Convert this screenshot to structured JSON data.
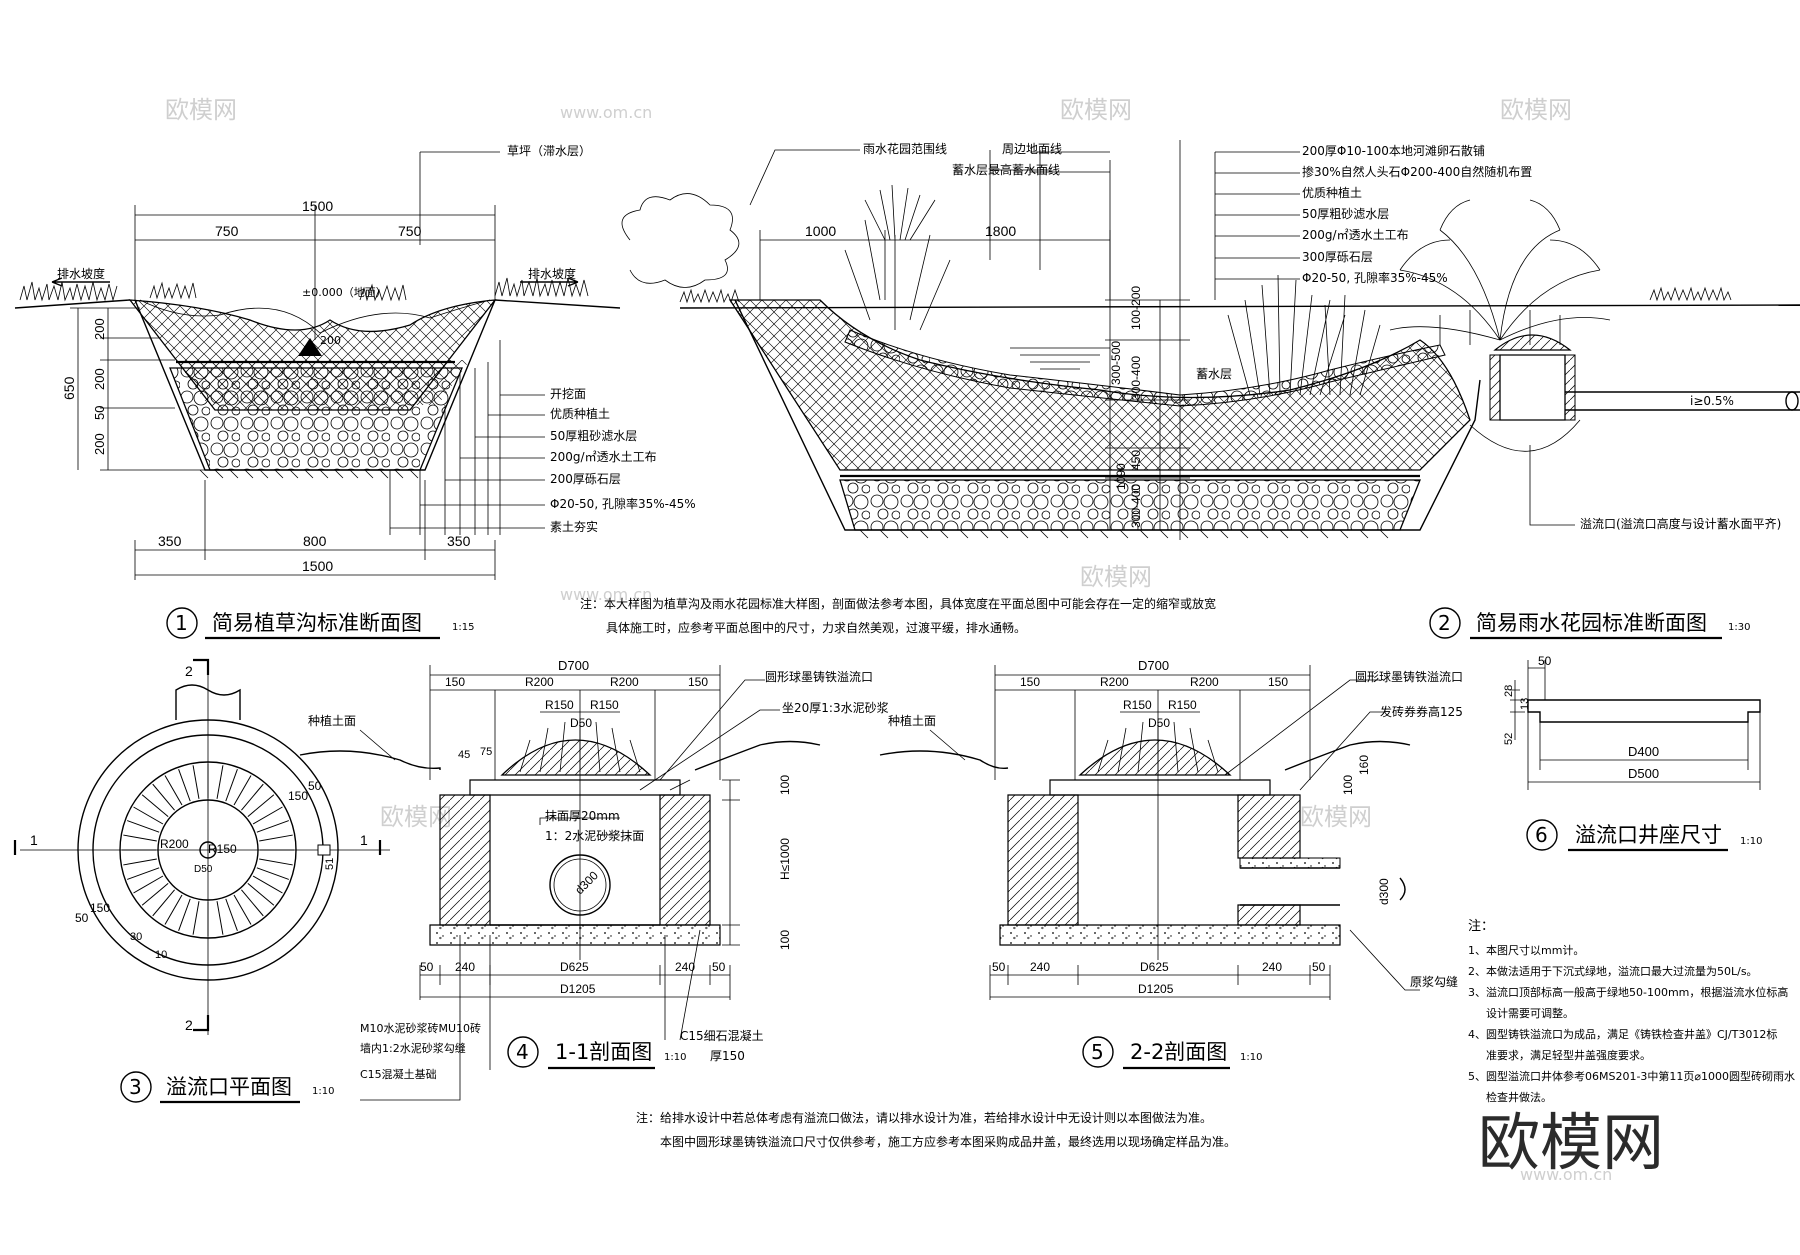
{
  "watermark": {
    "site": "www.om.cn",
    "brand": "欧模网"
  },
  "colors": {
    "ink": "#000000",
    "background": "#ffffff",
    "watermark": "#cccccc"
  },
  "fig1": {
    "num": "1",
    "title": "简易植草沟标准断面图",
    "scale": "1:15",
    "top_label": "草坪（滞水层）",
    "ground": "±0.000（地面）",
    "slope_left": "排水坡度",
    "slope_right": "排水坡度",
    "dim_total_top": "1500",
    "dim_half_left": "750",
    "dim_half_right": "750",
    "dim_bot_left": "350",
    "dim_bot_mid": "800",
    "dim_bot_right": "350",
    "dim_total_bot": "1500",
    "dim_v_total": "650",
    "dim_v1": "200",
    "dim_v2": "200",
    "dim_v3": "50",
    "dim_v4": "200",
    "layers": [
      "开挖面",
      "优质种植土",
      "50厚粗砂滤水层",
      "200g/㎡透水土工布",
      "200厚砾石层",
      "Φ20-50, 孔隙率35%-45%",
      "素土夯实"
    ],
    "inner_mark": "200"
  },
  "fig2": {
    "num": "2",
    "title": "简易雨水花园标准断面图",
    "scale": "1:30",
    "labels_mid": [
      "雨水花园范围线",
      "周边地面线",
      "蓄水层最高蓄水面线"
    ],
    "labels_right": [
      "200厚Φ10-100本地河滩卵石散铺",
      "掺30%自然人头石Φ200-400自然随机布置",
      "优质种植土",
      "50厚粗砂滤水层",
      "200g/㎡透水土工布",
      "300厚砾石层",
      "Φ20-50, 孔隙率35%-45%"
    ],
    "dim_1000": "1000",
    "dim_1800": "1800",
    "dims_v": [
      "100-200",
      "300-500",
      "300-400",
      "1090",
      "450",
      "300-400"
    ],
    "storage": "蓄水层",
    "slope": "i≥0.5%",
    "overflow": "溢流口(溢流口高度与设计蓄水面平齐)"
  },
  "note_top": {
    "line1": "注：本大样图为植草沟及雨水花园标准大样图，剖面做法参考本图，具体宽度在平面总图中可能会存在一定的缩窄或放宽",
    "line2": "具体施工时，应参考平面总图中的尺寸，力求自然美观，过渡平缓，排水通畅。"
  },
  "fig3": {
    "num": "3",
    "title": "溢流口平面图",
    "scale": "1:10",
    "cut1": "1",
    "cut2": "2",
    "r200": "R200",
    "r150": "R150",
    "d50": "D50",
    "d150": "150",
    "d50b": "50",
    "d51": "51",
    "dim50": "50",
    "dim150": "150",
    "dim30": "30",
    "dim10": "10"
  },
  "fig4": {
    "num": "4",
    "title": "1-1剖面图",
    "scale": "1:10",
    "d700": "D700",
    "d150a": "150",
    "r200a": "R200",
    "r200b": "R200",
    "d150b": "150",
    "r150a": "R150",
    "r150b": "R150",
    "d50": "D50",
    "d45": "45",
    "d75": "75",
    "soil": "种植土面",
    "grate": "圆形球墨铸铁溢流口",
    "mortar": "坐20厚1:3水泥砂浆",
    "plaster1": "抹面厚20mm",
    "plaster2": "1：2水泥砂浆抹面",
    "pipe": "d300",
    "h": "H≤1000",
    "d100a": "100",
    "d100b": "100",
    "dims_bot": [
      "50",
      "240",
      "D625",
      "240",
      "50"
    ],
    "d1205": "D1205",
    "wall1": "M10水泥砂浆砖MU10砖",
    "wall2": "墙内1:2水泥砂浆勾缝",
    "base": "C15混凝土基础",
    "conc1": "C15细石混凝土",
    "conc2": "厚150"
  },
  "fig5": {
    "num": "5",
    "title": "2-2剖面图",
    "scale": "1:10",
    "d700": "D700",
    "d150a": "150",
    "r200a": "R200",
    "r200b": "R200",
    "d150b": "150",
    "r150a": "R150",
    "r150b": "R150",
    "d50": "D50",
    "soil": "种植土面",
    "grate": "圆形球墨铸铁溢流口",
    "arch": "发砖券券高125",
    "d100": "100",
    "d160": "160",
    "pipe": "d300",
    "orig": "原浆勾缝",
    "dims_bot": [
      "50",
      "240",
      "D625",
      "240",
      "50"
    ],
    "d1205": "D1205"
  },
  "fig6": {
    "num": "6",
    "title": "溢流口井座尺寸",
    "scale": "1:10",
    "d50": "50",
    "d28": "28",
    "d13": "13",
    "d52": "52",
    "d400": "D400",
    "d500": "D500"
  },
  "notes_right": {
    "head": "注：",
    "items": [
      "1、本图尺寸以mm计。",
      "2、本做法适用于下沉式绿地，溢流口最大过流量为50L/s。",
      "3、溢流口顶部标高一般高于绿地50-100mm，根据溢流水位标高",
      "设计需要可调整。",
      "4、圆型铸铁溢流口为成品，满足《铸铁检查井盖》CJ/T3012标",
      "准要求，满足轻型井盖强度要求。",
      "5、圆型溢流口井体参考06MS201-3中第11页⌀1000圆型砖砌雨水",
      "检查井做法。"
    ]
  },
  "note_bottom": {
    "line1": "注：给排水设计中若总体考虑有溢流口做法，请以排水设计为准，若给排水设计中无设计则以本图做法为准。",
    "line2": "本图中圆形球墨铸铁溢流口尺寸仅供参考，施工方应参考本图采购成品井盖，最终选用以现场确定样品为准。"
  },
  "brand_logo": "欧模网"
}
